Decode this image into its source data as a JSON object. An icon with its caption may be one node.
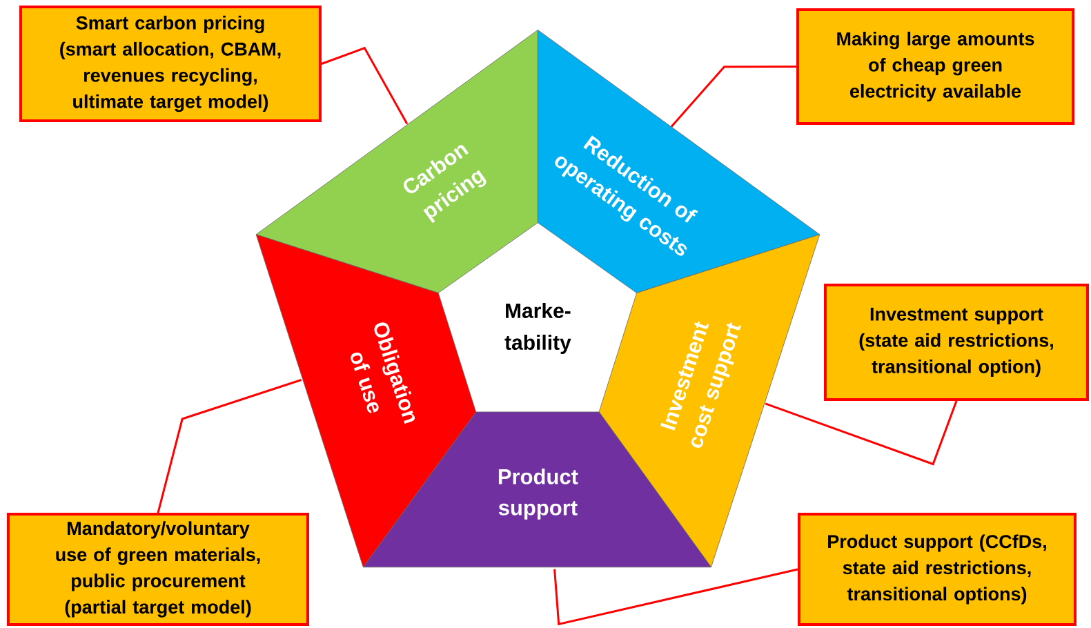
{
  "diagram": {
    "nodes": [
      {
        "text": [
          "Marke- tability"
        ]
      },
      {
        "text": [
          "Carbon pricing"
        ]
      },
      {
        "text": [
          "Reduction of operating costs"
        ]
      },
      {
        "text": [
          "Investment cost support"
        ]
      },
      {
        "text": [
          "Product support"
        ]
      },
      {
        "text": [
          "Obligation of use"
        ]
      },
      {
        "text": [
          "Smart carbon pricing (smart allocation, CBAM, revenues recycling, ultimate target model)"
        ]
      },
      {
        "text": [
          "Making large amounts of cheap green electricity available"
        ]
      },
      {
        "text": [
          "Investment support (state aid restrictions, transitional option)"
        ]
      },
      {
        "text": [
          "Mandatory/voluntary use of green materials, public procurement (partial target model)"
        ]
      },
      {
        "text": [
          "Product support (CCfDs, state aid restrictions, transitional options)"
        ]
      }
    ],
    "edges": [
      {
        "from": 6,
        "to": 1,
        "arrow": "none"
      },
      {
        "from": 7,
        "to": 2,
        "arrow": "none"
      },
      {
        "from": 8,
        "to": 3,
        "arrow": "none"
      },
      {
        "from": 9,
        "to": 5,
        "arrow": "none"
      },
      {
        "from": 10,
        "to": 4,
        "arrow": "none"
      }
    ]
  }
}
